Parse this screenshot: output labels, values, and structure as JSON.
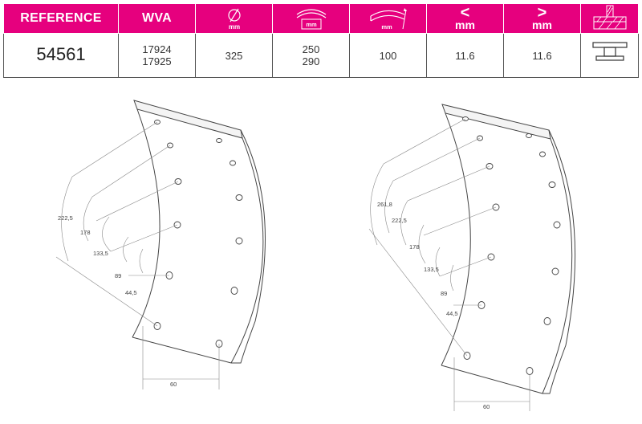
{
  "table": {
    "headers": {
      "reference": "REFERENCE",
      "wva": "WVA",
      "diameter_unit": "mm",
      "arc_unit": "mm",
      "width_unit": "mm",
      "min_unit": "mm",
      "max_unit": "mm",
      "min_symbol": "<",
      "max_symbol": ">"
    },
    "row": {
      "reference": "54561",
      "wva": [
        "17924",
        "17925"
      ],
      "diameter": "325",
      "arc": [
        "250",
        "290"
      ],
      "width": "100",
      "min": "11.6",
      "max": "11.6"
    },
    "colors": {
      "header_bg": "#e6007e",
      "header_text": "#ffffff"
    }
  },
  "drawing_left": {
    "dims": [
      "222,5",
      "178",
      "133,5",
      "89",
      "44,5"
    ],
    "bottom_dim": "60"
  },
  "drawing_right": {
    "dims": [
      "261,8",
      "222,5",
      "178",
      "133,5",
      "89",
      "44,5"
    ],
    "bottom_dim": "60"
  }
}
